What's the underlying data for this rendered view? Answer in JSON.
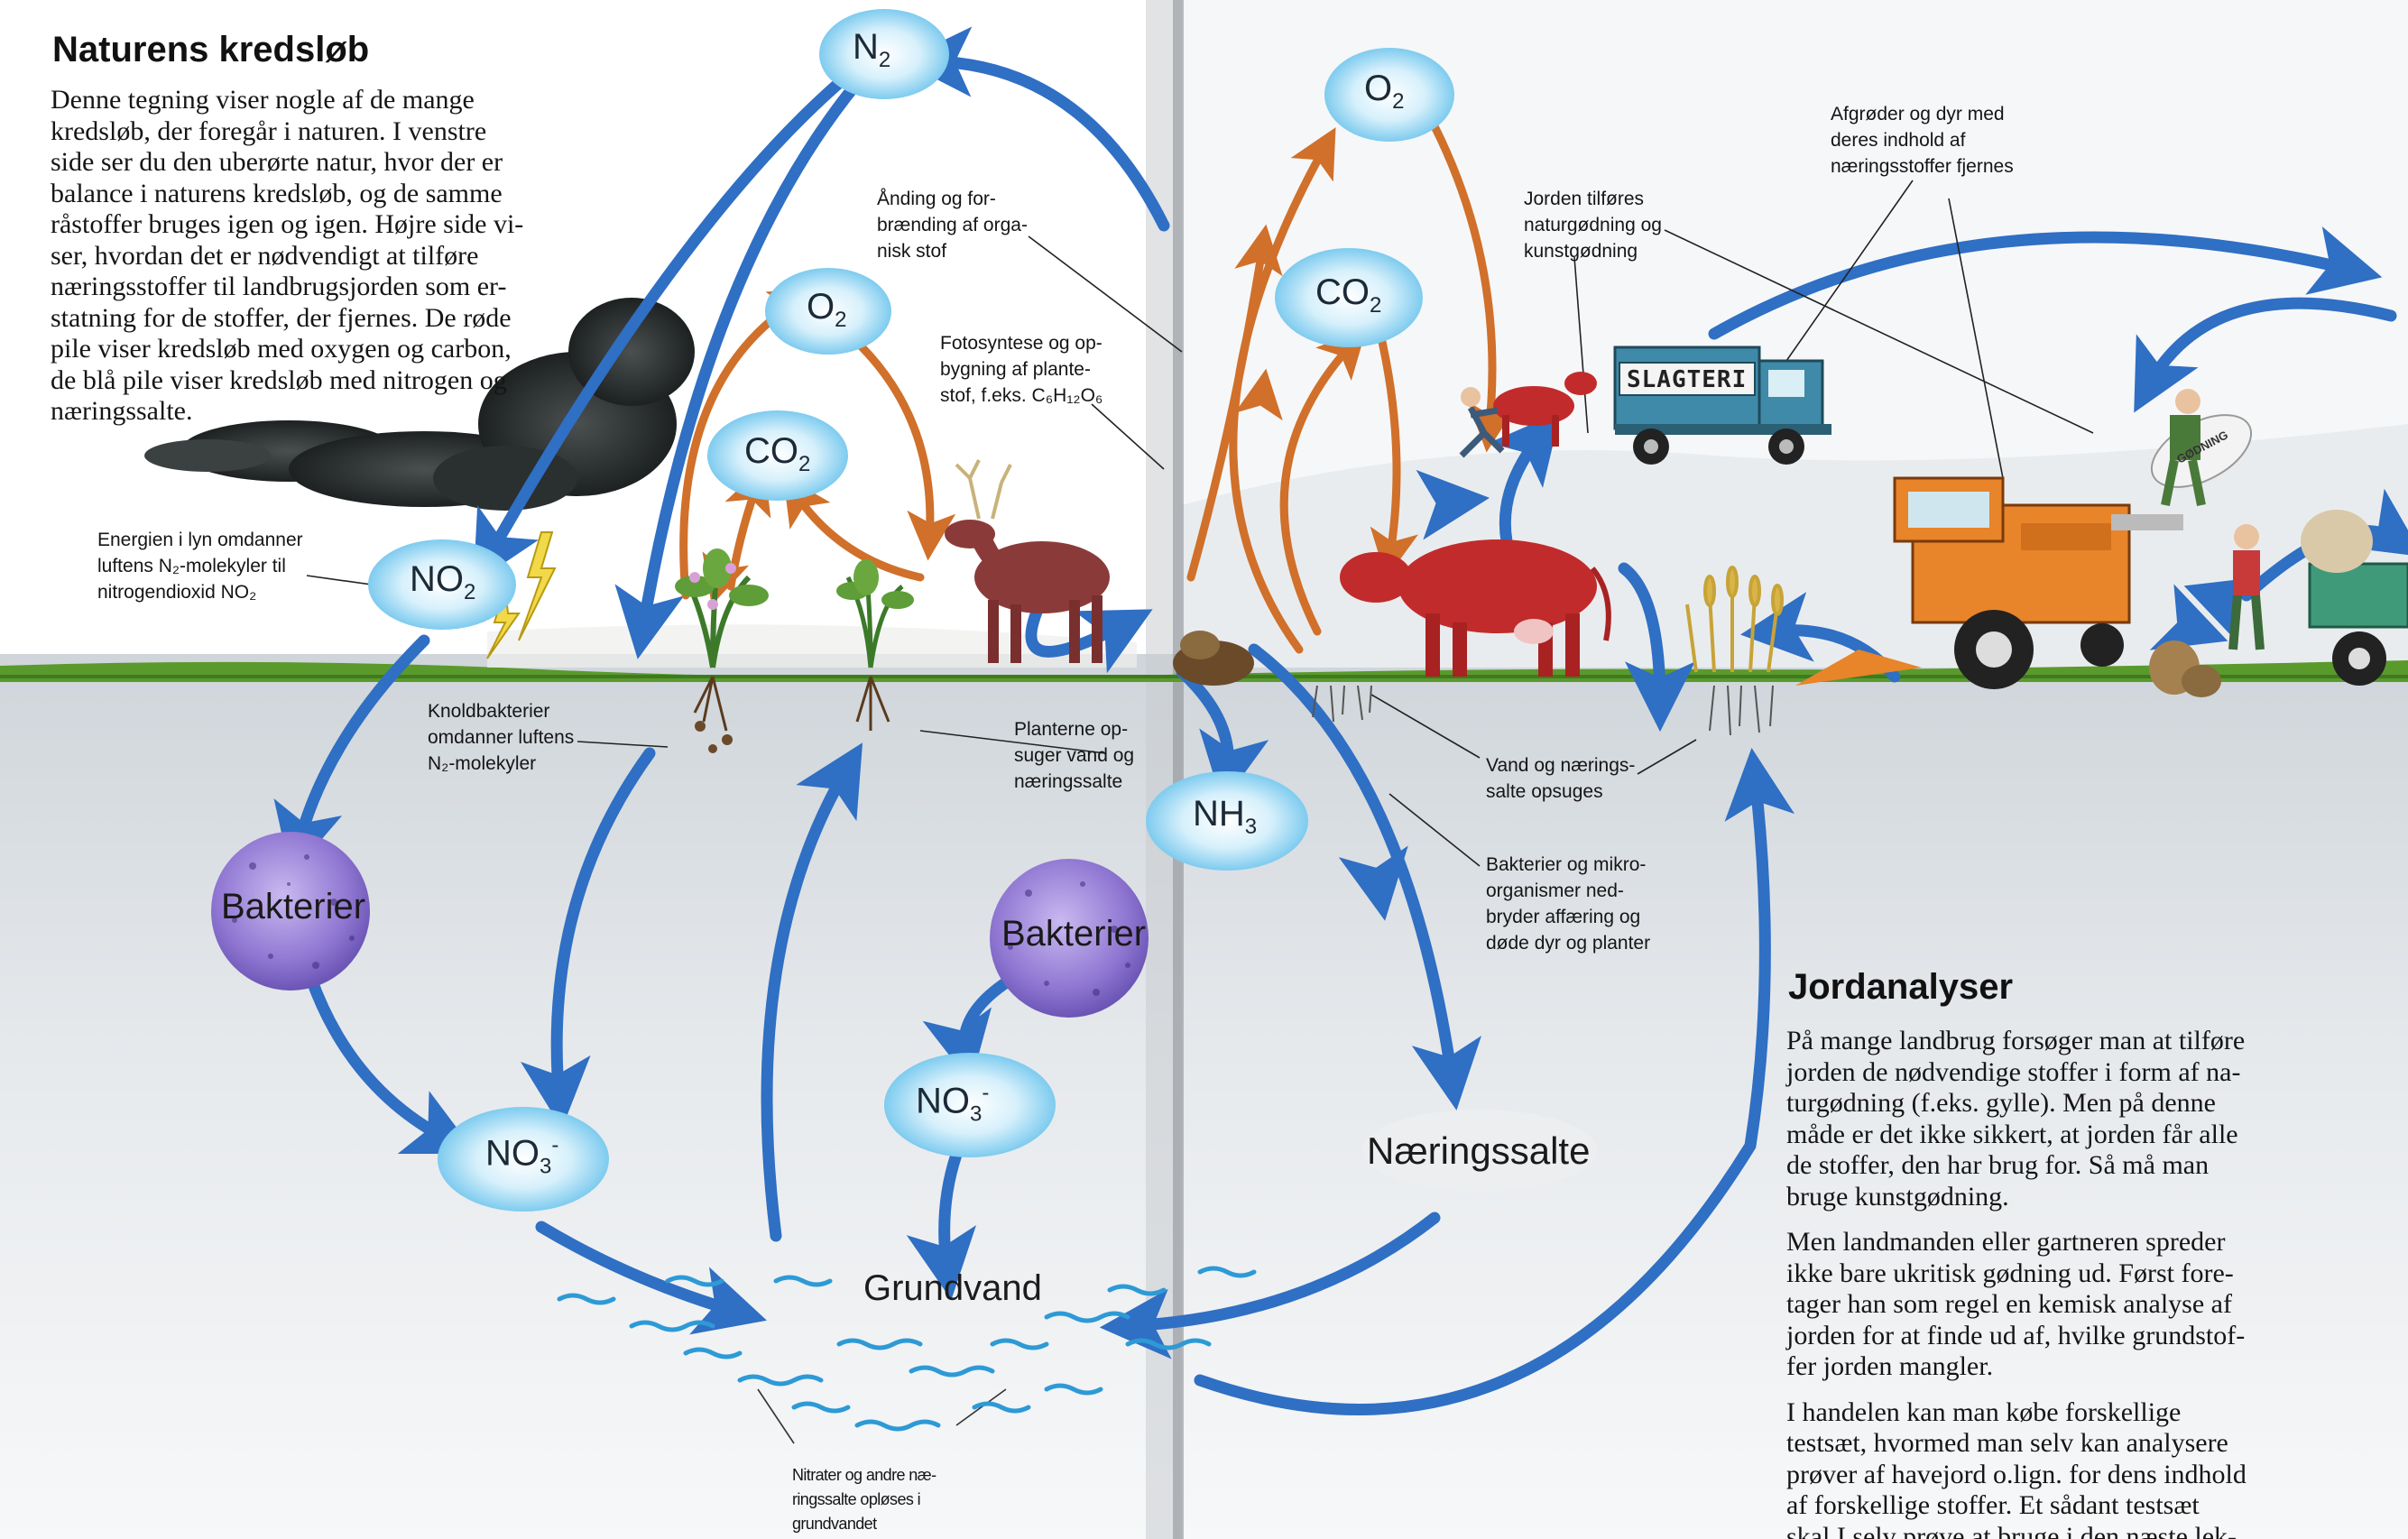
{
  "left_section": {
    "title": "Naturens kredsløb",
    "lines": [
      "Denne tegning viser nogle af de mange",
      "kredsløb, der foregår i naturen. I venstre",
      "side ser du den uberørte natur, hvor der er",
      "balance i naturens kredsløb, og de samme",
      "råstoffer bruges igen og igen. Højre side vi-",
      "ser, hvordan det er nødvendigt at tilføre",
      "næringsstoffer til landbrugsjorden som er-",
      "statning for de stoffer, der fjernes. De røde",
      "pile viser kredsløb med oxygen og carbon,",
      "de blå pile viser kredsløb med nitrogen og",
      "næringssalte."
    ]
  },
  "right_section": {
    "title": "Jordanalyser",
    "paragraphs": [
      [
        "På mange landbrug forsøger man at tilføre",
        "jorden de nødvendige stoffer i form af na-",
        "turgødning (f.eks. gylle). Men på denne",
        "måde er det ikke sikkert, at jorden får alle",
        "de stoffer, den har brug for. Så må man",
        "bruge kunstgødning."
      ],
      [
        "Men landmanden eller gartneren spreder",
        "ikke bare ukritisk gødning ud. Først fore-",
        "tager han som regel en kemisk analyse af",
        "jorden for at finde ud af, hvilke grundstof-",
        "fer jorden mangler."
      ],
      [
        "I handelen kan man købe forskellige",
        "testsæt, hvormed man selv kan analysere",
        "prøver af havejord o.lign. for dens indhold",
        "af forskellige stoffer. Et sådant testsæt",
        "skal I selv prøve at bruge i den næste lek-"
      ]
    ]
  },
  "molecules": {
    "n2": {
      "main": "N",
      "sub": "2"
    },
    "o2_top": {
      "main": "O",
      "sub": "2"
    },
    "o2_left": {
      "main": "O",
      "sub": "2"
    },
    "co2_left": {
      "main": "CO",
      "sub": "2"
    },
    "co2_right": {
      "main": "CO",
      "sub": "2"
    },
    "no2": {
      "main": "NO",
      "sub": "2"
    },
    "nh3": {
      "main": "NH",
      "sub": "3"
    },
    "no3_left": {
      "main": "NO",
      "sub": "3",
      "sup": "-"
    },
    "no3_mid": {
      "main": "NO",
      "sub": "3",
      "sup": "-"
    }
  },
  "nodes": {
    "bakterier_left": "Bakterier",
    "bakterier_mid": "Bakterier",
    "naeringssalte": "Næringssalte",
    "grundvand": "Grundvand"
  },
  "truck_sign": "SLAGTERI",
  "bag_label": "GØDNING",
  "annotations": {
    "lightning": [
      "Energien i lyn omdanner",
      "luftens N₂-molekyler til",
      "nitrogendioxid NO₂"
    ],
    "aanding": [
      "Ånding og for-",
      "brænding af orga-",
      "nisk stof"
    ],
    "fotosyntese": [
      "Fotosyntese og op-",
      "bygning af plante-",
      "stof, f.eks. C₆H₁₂O₆"
    ],
    "knold": [
      "Knoldbakterier",
      "omdanner luftens",
      "N₂-molekyler"
    ],
    "planterne": [
      "Planterne op-",
      "suger vand og",
      "næringssalte"
    ],
    "jorden": [
      "Jorden tilføres",
      "naturgødning og",
      "kunstgødning"
    ],
    "afgroder": [
      "Afgrøder og dyr med",
      "deres indhold af",
      "næringsstoffer fjernes"
    ],
    "vand": [
      "Vand og nærings-",
      "salte opsuges"
    ],
    "bakterier_note": [
      "Bakterier og mikro-",
      "organismer ned-",
      "bryder affæring og",
      "døde dyr og planter"
    ],
    "nitrater": [
      "Nitrater og andre næ-",
      "ringssalte opløses i",
      "grundvandet"
    ]
  },
  "colors": {
    "blue_arrow": "#2f6fc4",
    "orange_arrow": "#d0702a",
    "cloud": "#8fd3f2",
    "bacteria": "#8e7ad0",
    "ground": "#5a9a2c",
    "soil": "#d8dde2"
  }
}
